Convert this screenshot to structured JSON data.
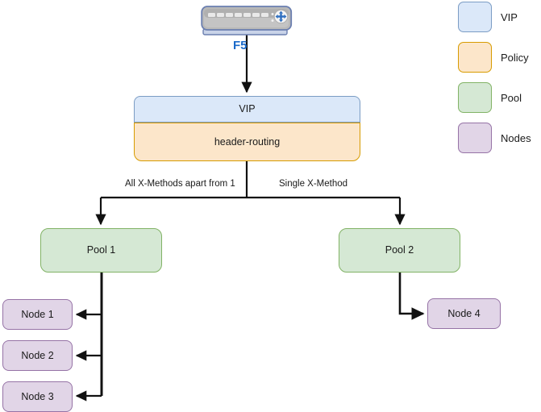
{
  "diagram": {
    "device": {
      "icon": "network-switch-icon",
      "label": "F5",
      "label_color": "#1b6ac9"
    },
    "vip": {
      "label": "VIP",
      "fill": "#dbe8f9",
      "stroke": "#7b9cc4"
    },
    "policy": {
      "label": "header-routing",
      "fill": "#fce6ca",
      "stroke": "#d79b00"
    },
    "edge_labels": {
      "left": "All X-Methods apart from 1",
      "right": "Single X-Method"
    },
    "pools": [
      {
        "label": "Pool 1",
        "fill": "#d5e8d4",
        "stroke": "#82b366"
      },
      {
        "label": "Pool 2",
        "fill": "#d5e8d4",
        "stroke": "#82b366"
      }
    ],
    "nodes": [
      {
        "label": "Node 1",
        "fill": "#e1d5e7",
        "stroke": "#9673a6"
      },
      {
        "label": "Node 2",
        "fill": "#e1d5e7",
        "stroke": "#9673a6"
      },
      {
        "label": "Node 3",
        "fill": "#e1d5e7",
        "stroke": "#9673a6"
      },
      {
        "label": "Node 4",
        "fill": "#e1d5e7",
        "stroke": "#9673a6"
      }
    ]
  },
  "legend": {
    "items": [
      {
        "label": "VIP",
        "color": "#dbe8f9",
        "border": "#7b9cc4"
      },
      {
        "label": "Policy",
        "color": "#fce6ca",
        "border": "#d79b00"
      },
      {
        "label": "Pool",
        "color": "#d5e8d4",
        "border": "#82b366"
      },
      {
        "label": "Nodes",
        "color": "#e1d5e7",
        "border": "#9673a6"
      }
    ]
  }
}
